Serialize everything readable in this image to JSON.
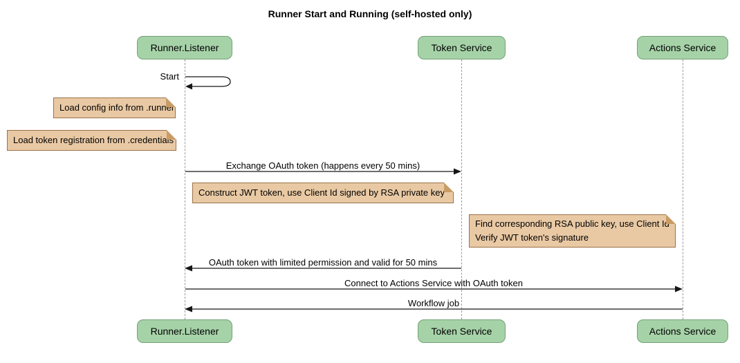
{
  "diagram": {
    "type": "sequence",
    "title": "Runner Start and Running (self-hosted only)"
  },
  "participants": [
    {
      "name": "Runner.Listener"
    },
    {
      "name": "Token Service"
    },
    {
      "name": "Actions Service"
    }
  ],
  "messages": [
    {
      "label": "Start",
      "from": "Runner.Listener",
      "to": "Runner.Listener",
      "style": "self"
    },
    {
      "label": "Exchange OAuth token (happens every 50 mins)",
      "from": "Runner.Listener",
      "to": "Token Service",
      "style": "solid-arrow"
    },
    {
      "label": "OAuth token with limited permission and valid for 50 mins",
      "from": "Token Service",
      "to": "Runner.Listener",
      "style": "solid-arrow"
    },
    {
      "label": "Connect to Actions Service with OAuth token",
      "from": "Runner.Listener",
      "to": "Actions Service",
      "style": "solid-arrow"
    },
    {
      "label": "Workflow job",
      "from": "Actions Service",
      "to": "Runner.Listener",
      "style": "solid-arrow"
    }
  ],
  "notes": [
    {
      "lines": [
        "Load config info from .runner"
      ],
      "position": "left of Runner.Listener"
    },
    {
      "lines": [
        "Load token registration from .credentials"
      ],
      "position": "left of Runner.Listener"
    },
    {
      "lines": [
        "Construct JWT token, use Client Id signed by RSA private key"
      ],
      "position": "right of Runner.Listener"
    },
    {
      "lines": [
        "Find corresponding RSA public key, use Client Id",
        "Verify JWT token's signature"
      ],
      "position": "left of Actions Service"
    }
  ],
  "colors": {
    "participant_fill": "#a6d2a8",
    "participant_border": "#73a276",
    "note_fill": "#e9c9a4",
    "note_border": "#9a7048",
    "note_fold": "#c99c66",
    "lifeline": "#9a9a9a",
    "arrow": "#161616",
    "text": "#000000",
    "background": "#ffffff"
  }
}
